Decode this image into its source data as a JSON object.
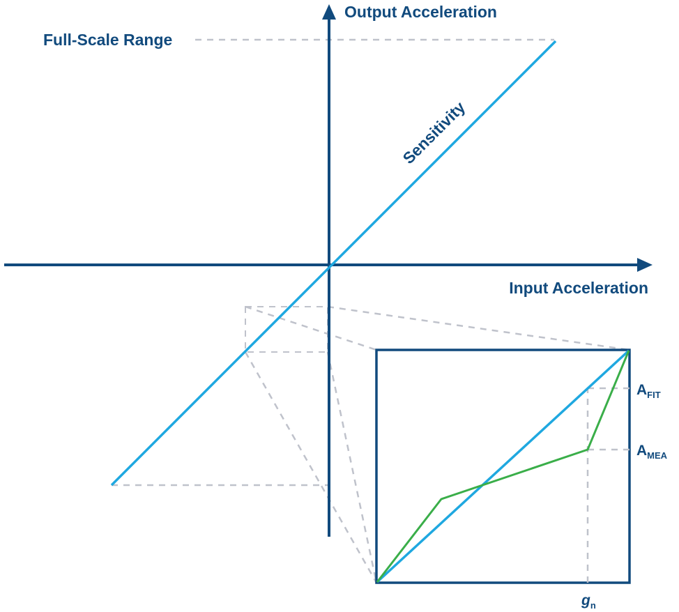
{
  "labels": {
    "y_axis": "Output Acceleration",
    "x_axis": "Input Acceleration",
    "full_scale": "Full-Scale Range",
    "sensitivity": "Sensitivity",
    "a_fit": {
      "base": "A",
      "sub": "FIT"
    },
    "a_mea": {
      "base": "A",
      "sub": "MEA"
    },
    "g_n": {
      "base": "g",
      "sub": "n"
    }
  },
  "colors": {
    "axis": "#114a7d",
    "text": "#114a7d",
    "sensitivity": "#1fa8e0",
    "measured": "#3aae49",
    "dashed": "#bfc2cb",
    "background": "#ffffff"
  }
}
